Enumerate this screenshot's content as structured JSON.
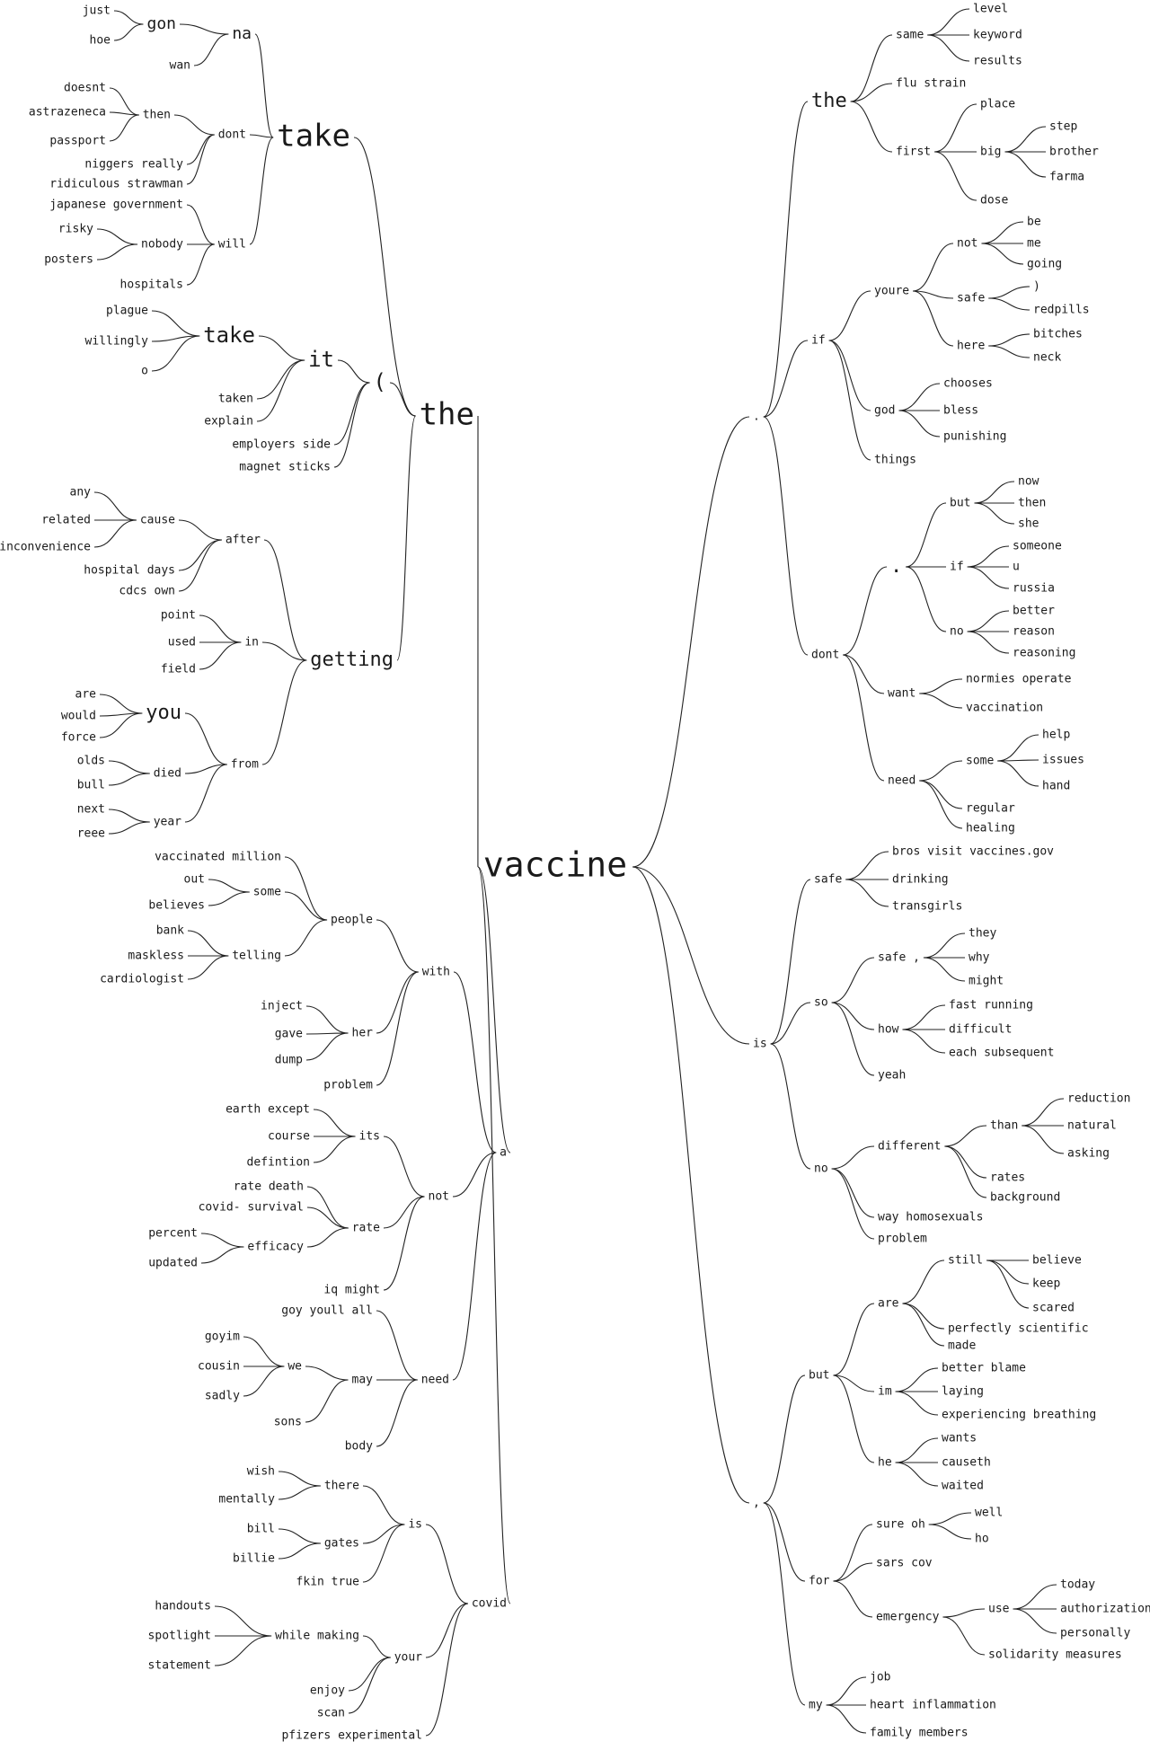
{
  "root": "vaccine",
  "left": {
    "label": "the",
    "children": [
      {
        "label": "take",
        "children": [
          {
            "label": "na",
            "children": [
              {
                "label": "gon",
                "children": [
                  {
                    "label": "just"
                  },
                  {
                    "label": "hoe"
                  }
                ]
              },
              {
                "label": "wan"
              }
            ]
          },
          {
            "label": "dont",
            "children": [
              {
                "label": "then",
                "children": [
                  {
                    "label": "doesnt"
                  },
                  {
                    "label": "astrazeneca"
                  },
                  {
                    "label": "passport"
                  }
                ]
              },
              {
                "label": "niggers really"
              },
              {
                "label": "ridiculous strawman"
              }
            ]
          },
          {
            "label": "will",
            "children": [
              {
                "label": "japanese government"
              },
              {
                "label": "nobody",
                "children": [
                  {
                    "label": "risky"
                  },
                  {
                    "label": "posters"
                  }
                ]
              },
              {
                "label": "hospitals"
              }
            ]
          }
        ]
      },
      {
        "label": "(",
        "children": [
          {
            "label": "it",
            "children": [
              {
                "label": "take",
                "children": [
                  {
                    "label": "plague"
                  },
                  {
                    "label": "willingly"
                  },
                  {
                    "label": "o"
                  }
                ]
              },
              {
                "label": "taken"
              },
              {
                "label": "explain"
              }
            ]
          },
          {
            "label": "employers side"
          },
          {
            "label": "magnet sticks"
          }
        ]
      },
      {
        "label": "getting",
        "children": [
          {
            "label": "after",
            "children": [
              {
                "label": "cause",
                "children": [
                  {
                    "label": "any"
                  },
                  {
                    "label": "related"
                  },
                  {
                    "label": "inconvenience"
                  }
                ]
              },
              {
                "label": "hospital days"
              },
              {
                "label": "cdcs own"
              }
            ]
          },
          {
            "label": "in",
            "children": [
              {
                "label": "point"
              },
              {
                "label": "used"
              },
              {
                "label": "field"
              }
            ]
          },
          {
            "label": "from",
            "children": [
              {
                "label": "you",
                "children": [
                  {
                    "label": "are"
                  },
                  {
                    "label": "would"
                  },
                  {
                    "label": "force"
                  }
                ]
              },
              {
                "label": "died",
                "children": [
                  {
                    "label": "olds"
                  },
                  {
                    "label": "bull"
                  }
                ]
              },
              {
                "label": "year",
                "children": [
                  {
                    "label": "next"
                  },
                  {
                    "label": "reee"
                  }
                ]
              }
            ]
          }
        ]
      }
    ]
  },
  "left2": {
    "label": "a",
    "children": [
      {
        "label": "with",
        "children": [
          {
            "label": "people",
            "children": [
              {
                "label": "vaccinated million"
              },
              {
                "label": "some",
                "children": [
                  {
                    "label": "out"
                  },
                  {
                    "label": "believes"
                  }
                ]
              },
              {
                "label": "telling",
                "children": [
                  {
                    "label": "bank"
                  },
                  {
                    "label": "maskless"
                  },
                  {
                    "label": "cardiologist"
                  }
                ]
              }
            ]
          },
          {
            "label": "her",
            "children": [
              {
                "label": "inject"
              },
              {
                "label": "gave"
              },
              {
                "label": "dump"
              }
            ]
          },
          {
            "label": "problem"
          }
        ]
      },
      {
        "label": "not",
        "children": [
          {
            "label": "its",
            "children": [
              {
                "label": "earth except"
              },
              {
                "label": "course"
              },
              {
                "label": "defintion"
              }
            ]
          },
          {
            "label": "rate",
            "children": [
              {
                "label": "rate death"
              },
              {
                "label": "covid- survival"
              },
              {
                "label": "efficacy",
                "children": [
                  {
                    "label": "percent"
                  },
                  {
                    "label": "updated"
                  }
                ]
              }
            ]
          },
          {
            "label": "iq might"
          }
        ]
      },
      {
        "label": "need",
        "children": [
          {
            "label": "goy youll all"
          },
          {
            "label": "may",
            "children": [
              {
                "label": "we",
                "children": [
                  {
                    "label": "goyim"
                  },
                  {
                    "label": "cousin"
                  },
                  {
                    "label": "sadly"
                  }
                ]
              },
              {
                "label": "sons"
              }
            ]
          },
          {
            "label": "body"
          }
        ]
      }
    ]
  },
  "left3": {
    "label": "covid",
    "children": [
      {
        "label": "is",
        "children": [
          {
            "label": "there",
            "children": [
              {
                "label": "wish"
              },
              {
                "label": "mentally"
              }
            ]
          },
          {
            "label": "gates",
            "children": [
              {
                "label": "bill"
              },
              {
                "label": "billie"
              }
            ]
          },
          {
            "label": "fkin true"
          }
        ]
      },
      {
        "label": "your",
        "children": [
          {
            "label": "while making",
            "children": [
              {
                "label": "handouts"
              },
              {
                "label": "spotlight"
              },
              {
                "label": "statement"
              }
            ]
          },
          {
            "label": "enjoy"
          },
          {
            "label": "scan"
          }
        ]
      },
      {
        "label": "pfizers experimental"
      }
    ]
  },
  "right": [
    {
      "label": ".",
      "children": [
        {
          "label": "the",
          "children": [
            {
              "label": "same",
              "children": [
                {
                  "label": "level"
                },
                {
                  "label": "keyword"
                },
                {
                  "label": "results"
                }
              ]
            },
            {
              "label": "flu strain"
            },
            {
              "label": "first",
              "children": [
                {
                  "label": "place"
                },
                {
                  "label": "big",
                  "children": [
                    {
                      "label": "step"
                    },
                    {
                      "label": "brother"
                    },
                    {
                      "label": "farma"
                    }
                  ]
                },
                {
                  "label": "dose"
                }
              ]
            }
          ]
        },
        {
          "label": "if",
          "children": [
            {
              "label": "youre",
              "children": [
                {
                  "label": "not",
                  "children": [
                    {
                      "label": "be"
                    },
                    {
                      "label": "me"
                    },
                    {
                      "label": "going"
                    }
                  ]
                },
                {
                  "label": "safe",
                  "children": [
                    {
                      "label": ")"
                    },
                    {
                      "label": "redpills"
                    }
                  ]
                },
                {
                  "label": "here",
                  "children": [
                    {
                      "label": "bitches"
                    },
                    {
                      "label": "neck"
                    }
                  ]
                }
              ]
            },
            {
              "label": "god",
              "children": [
                {
                  "label": "chooses"
                },
                {
                  "label": "bless"
                },
                {
                  "label": "punishing"
                }
              ]
            },
            {
              "label": "things"
            }
          ]
        },
        {
          "label": "dont",
          "children": [
            {
              "label": ".",
              "children": [
                {
                  "label": "but",
                  "children": [
                    {
                      "label": "now"
                    },
                    {
                      "label": "then"
                    },
                    {
                      "label": "she"
                    }
                  ]
                },
                {
                  "label": "if",
                  "children": [
                    {
                      "label": "someone"
                    },
                    {
                      "label": "u"
                    },
                    {
                      "label": "russia"
                    }
                  ]
                },
                {
                  "label": "no",
                  "children": [
                    {
                      "label": "better"
                    },
                    {
                      "label": "reason"
                    },
                    {
                      "label": "reasoning"
                    }
                  ]
                }
              ]
            },
            {
              "label": "want",
              "children": [
                {
                  "label": "normies operate"
                },
                {
                  "label": "vaccination"
                }
              ]
            },
            {
              "label": "need",
              "children": [
                {
                  "label": "some",
                  "children": [
                    {
                      "label": "help"
                    },
                    {
                      "label": "issues"
                    },
                    {
                      "label": "hand"
                    }
                  ]
                },
                {
                  "label": "regular"
                },
                {
                  "label": "healing"
                }
              ]
            }
          ]
        }
      ]
    },
    {
      "label": "is",
      "children": [
        {
          "label": "safe",
          "children": [
            {
              "label": "bros visit vaccines.gov"
            },
            {
              "label": "drinking"
            },
            {
              "label": "transgirls"
            }
          ]
        },
        {
          "label": "so",
          "children": [
            {
              "label": "safe ,",
              "children": [
                {
                  "label": "they"
                },
                {
                  "label": "why"
                },
                {
                  "label": "might"
                }
              ]
            },
            {
              "label": "how",
              "children": [
                {
                  "label": "fast running"
                },
                {
                  "label": "difficult"
                },
                {
                  "label": "each subsequent"
                }
              ]
            },
            {
              "label": "yeah"
            }
          ]
        },
        {
          "label": "no",
          "children": [
            {
              "label": "different",
              "children": [
                {
                  "label": "than",
                  "children": [
                    {
                      "label": "reduction"
                    },
                    {
                      "label": "natural"
                    },
                    {
                      "label": "asking"
                    }
                  ]
                },
                {
                  "label": "rates"
                },
                {
                  "label": "background"
                }
              ]
            },
            {
              "label": "way homosexuals"
            },
            {
              "label": "problem"
            }
          ]
        }
      ]
    },
    {
      "label": ",",
      "children": [
        {
          "label": "but",
          "children": [
            {
              "label": "are",
              "children": [
                {
                  "label": "still",
                  "children": [
                    {
                      "label": "believe"
                    },
                    {
                      "label": "keep"
                    },
                    {
                      "label": "scared"
                    }
                  ]
                },
                {
                  "label": "perfectly scientific"
                },
                {
                  "label": "made"
                }
              ]
            },
            {
              "label": "im",
              "children": [
                {
                  "label": "better blame"
                },
                {
                  "label": "laying"
                },
                {
                  "label": "experiencing breathing"
                }
              ]
            },
            {
              "label": "he",
              "children": [
                {
                  "label": "wants"
                },
                {
                  "label": "causeth"
                },
                {
                  "label": "waited"
                }
              ]
            }
          ]
        },
        {
          "label": "for",
          "children": [
            {
              "label": "sure oh",
              "children": [
                {
                  "label": "well"
                },
                {
                  "label": "ho"
                }
              ]
            },
            {
              "label": "sars cov"
            },
            {
              "label": "emergency",
              "children": [
                {
                  "label": "use",
                  "children": [
                    {
                      "label": "today"
                    },
                    {
                      "label": "authorization"
                    },
                    {
                      "label": "personally"
                    }
                  ]
                },
                {
                  "label": "solidarity measures"
                }
              ]
            }
          ]
        },
        {
          "label": "my",
          "children": [
            {
              "label": "job"
            },
            {
              "label": "heart inflammation"
            },
            {
              "label": "family members"
            }
          ]
        }
      ]
    }
  ]
}
